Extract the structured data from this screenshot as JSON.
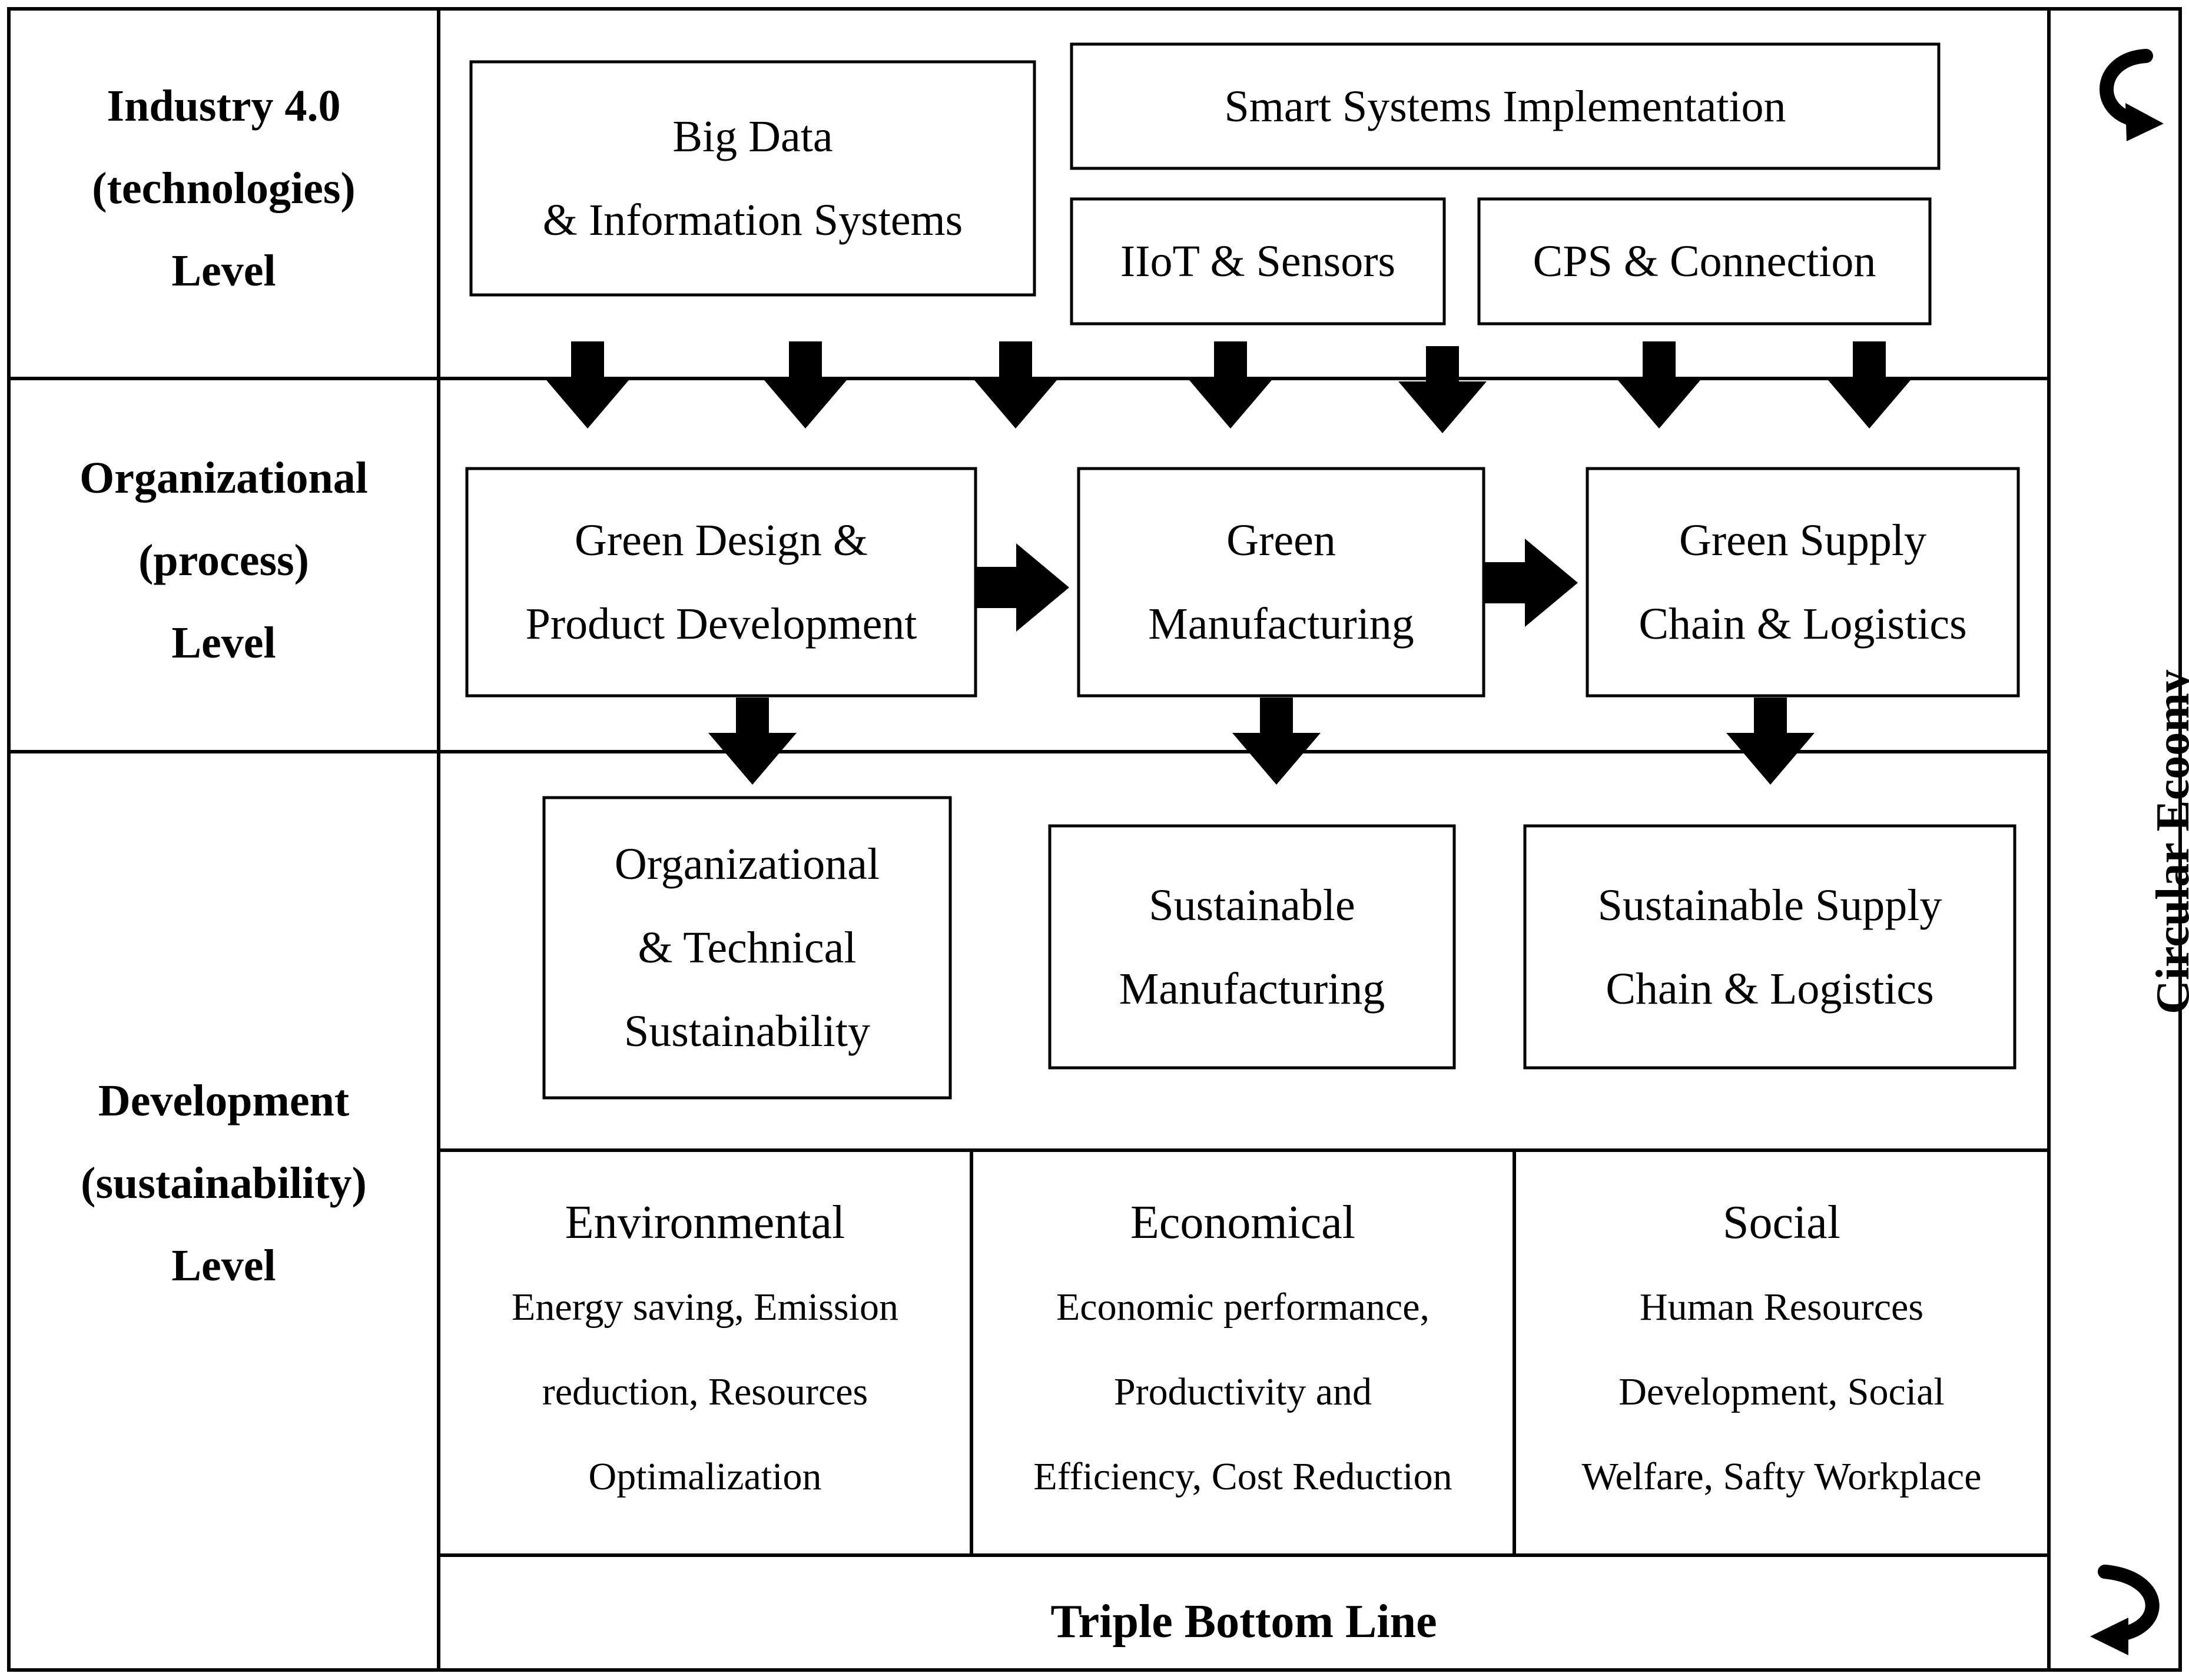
{
  "levels": {
    "industry": [
      "Industry 4.0",
      "(technologies)",
      "Level"
    ],
    "organizational": [
      "Organizational",
      "(process)",
      "Level"
    ],
    "development": [
      "Development",
      "(sustainability)",
      "Level"
    ]
  },
  "technologies": {
    "big_data": [
      "Big Data",
      "& Information Systems"
    ],
    "smart_systems": "Smart Systems Implementation",
    "iiot": "IIoT & Sensors",
    "cps": "CPS & Connection"
  },
  "processes": {
    "green_design": [
      "Green Design &",
      "Product Development"
    ],
    "green_manufacturing": [
      "Green",
      "Manufacturing"
    ],
    "green_supply": [
      "Green Supply",
      "Chain & Logistics"
    ]
  },
  "outcomes": {
    "org_tech": [
      "Organizational",
      "& Technical",
      "Sustainability"
    ],
    "sust_manufacturing": [
      "Sustainable",
      "Manufacturing"
    ],
    "sust_supply": [
      "Sustainable Supply",
      "Chain & Logistics"
    ]
  },
  "pillars": {
    "environmental": {
      "title": "Environmental",
      "desc": [
        "Energy saving, Emission",
        "reduction, Resources",
        "Optimalization"
      ]
    },
    "economical": {
      "title": "Economical",
      "desc": [
        "Economic performance,",
        "Productivity and",
        "Efficiency, Cost Reduction"
      ]
    },
    "social": {
      "title": "Social",
      "desc": [
        "Human Resources",
        "Development, Social",
        "Welfare, Safty Workplace"
      ]
    }
  },
  "triple_bottom_line": "Triple Bottom Line",
  "side_label": "Circular Ecoomy",
  "icons": {
    "top": "curved-arrow-icon",
    "bottom": "curved-arrow-icon"
  }
}
